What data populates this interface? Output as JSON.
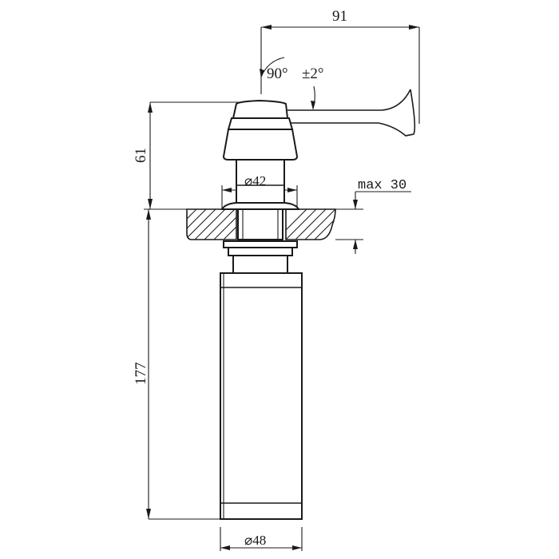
{
  "drawing": {
    "dimensions": {
      "spout_reach": "91",
      "head_height": "61",
      "body_length": "177",
      "neck_diameter": "⌀42",
      "body_diameter": "⌀48",
      "max_thickness": "max 30",
      "angle": "90°",
      "tolerance": "±2°"
    },
    "colors": {
      "line": "#1a1a1a",
      "background": "#ffffff"
    }
  }
}
